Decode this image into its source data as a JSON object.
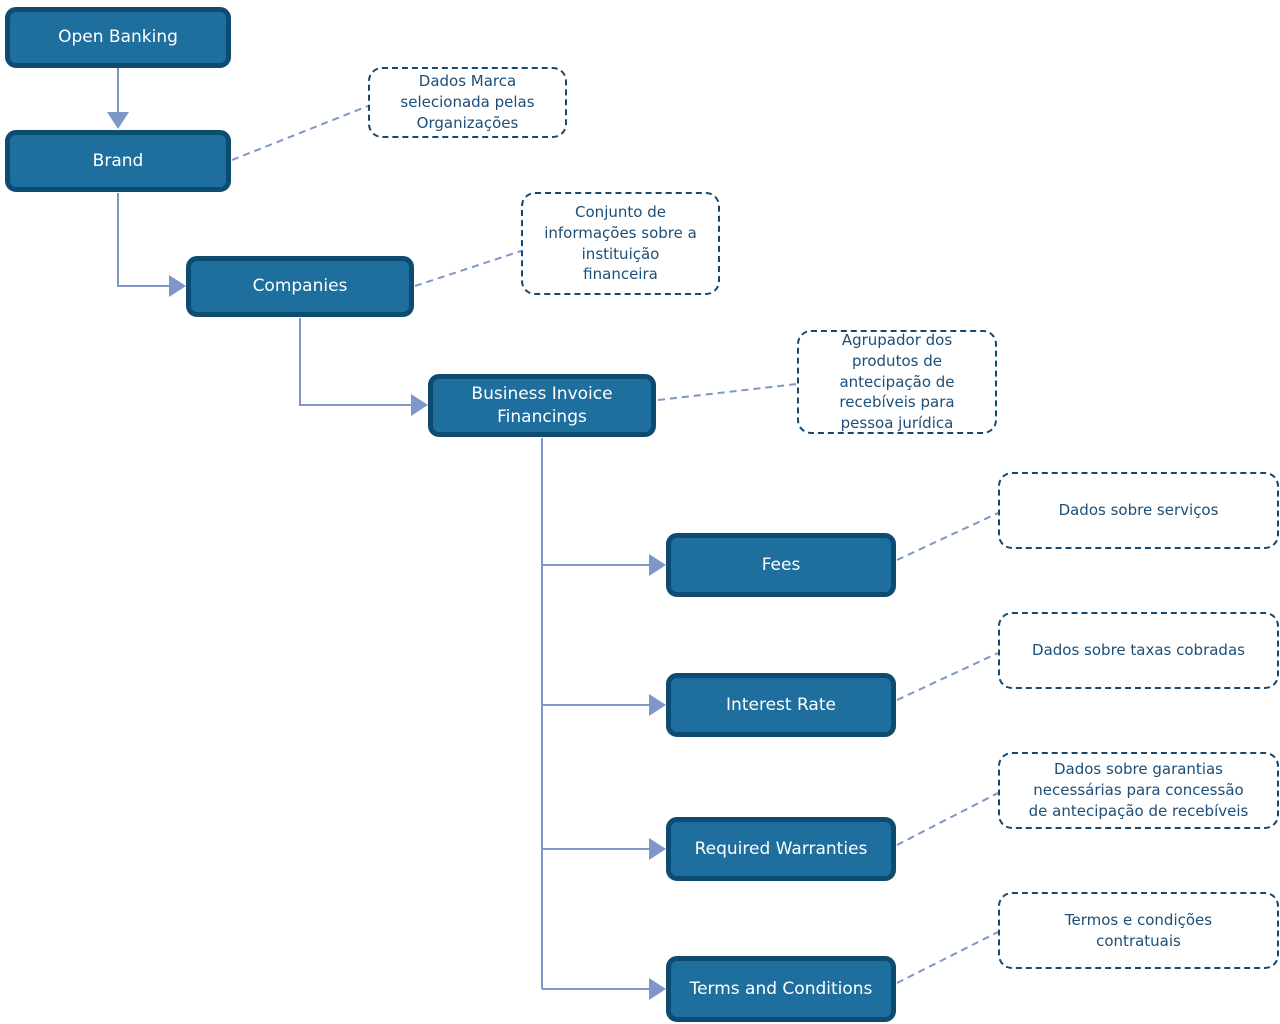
{
  "diagram": {
    "nodes": [
      {
        "id": "open-banking",
        "label": "Open Banking"
      },
      {
        "id": "brand",
        "label": "Brand"
      },
      {
        "id": "companies",
        "label": "Companies"
      },
      {
        "id": "business-invoice-financings",
        "label": "Business Invoice\nFinancings"
      },
      {
        "id": "fees",
        "label": "Fees"
      },
      {
        "id": "interest-rate",
        "label": "Interest Rate"
      },
      {
        "id": "required-warranties",
        "label": "Required Warranties"
      },
      {
        "id": "terms-and-conditions",
        "label": "Terms and Conditions"
      }
    ],
    "annotations": [
      {
        "for": "brand",
        "text": "Dados Marca\nselecionada pelas\nOrganizações"
      },
      {
        "for": "companies",
        "text": "Conjunto de\ninformações sobre a\ninstituição\nfinanceira"
      },
      {
        "for": "business-invoice-financings",
        "text": "Agrupador dos\nprodutos de\nantecipação de\nrecebíveis para\npessoa jurídica"
      },
      {
        "for": "fees",
        "text": "Dados sobre serviços"
      },
      {
        "for": "interest-rate",
        "text": "Dados sobre taxas cobradas"
      },
      {
        "for": "required-warranties",
        "text": "Dados sobre garantias\nnecessárias para concessão\nde antecipação de recebíveis"
      },
      {
        "for": "terms-and-conditions",
        "text": "Termos e condições\ncontratuais"
      }
    ],
    "colors": {
      "node_fill": "#1E6E9E",
      "node_border": "#0D4B71",
      "node_text": "#FFFFFF",
      "annotation_border": "#17496E",
      "annotation_text": "#1B4E78",
      "connector": "#7E96C8",
      "background": "#FFFFFF"
    }
  }
}
